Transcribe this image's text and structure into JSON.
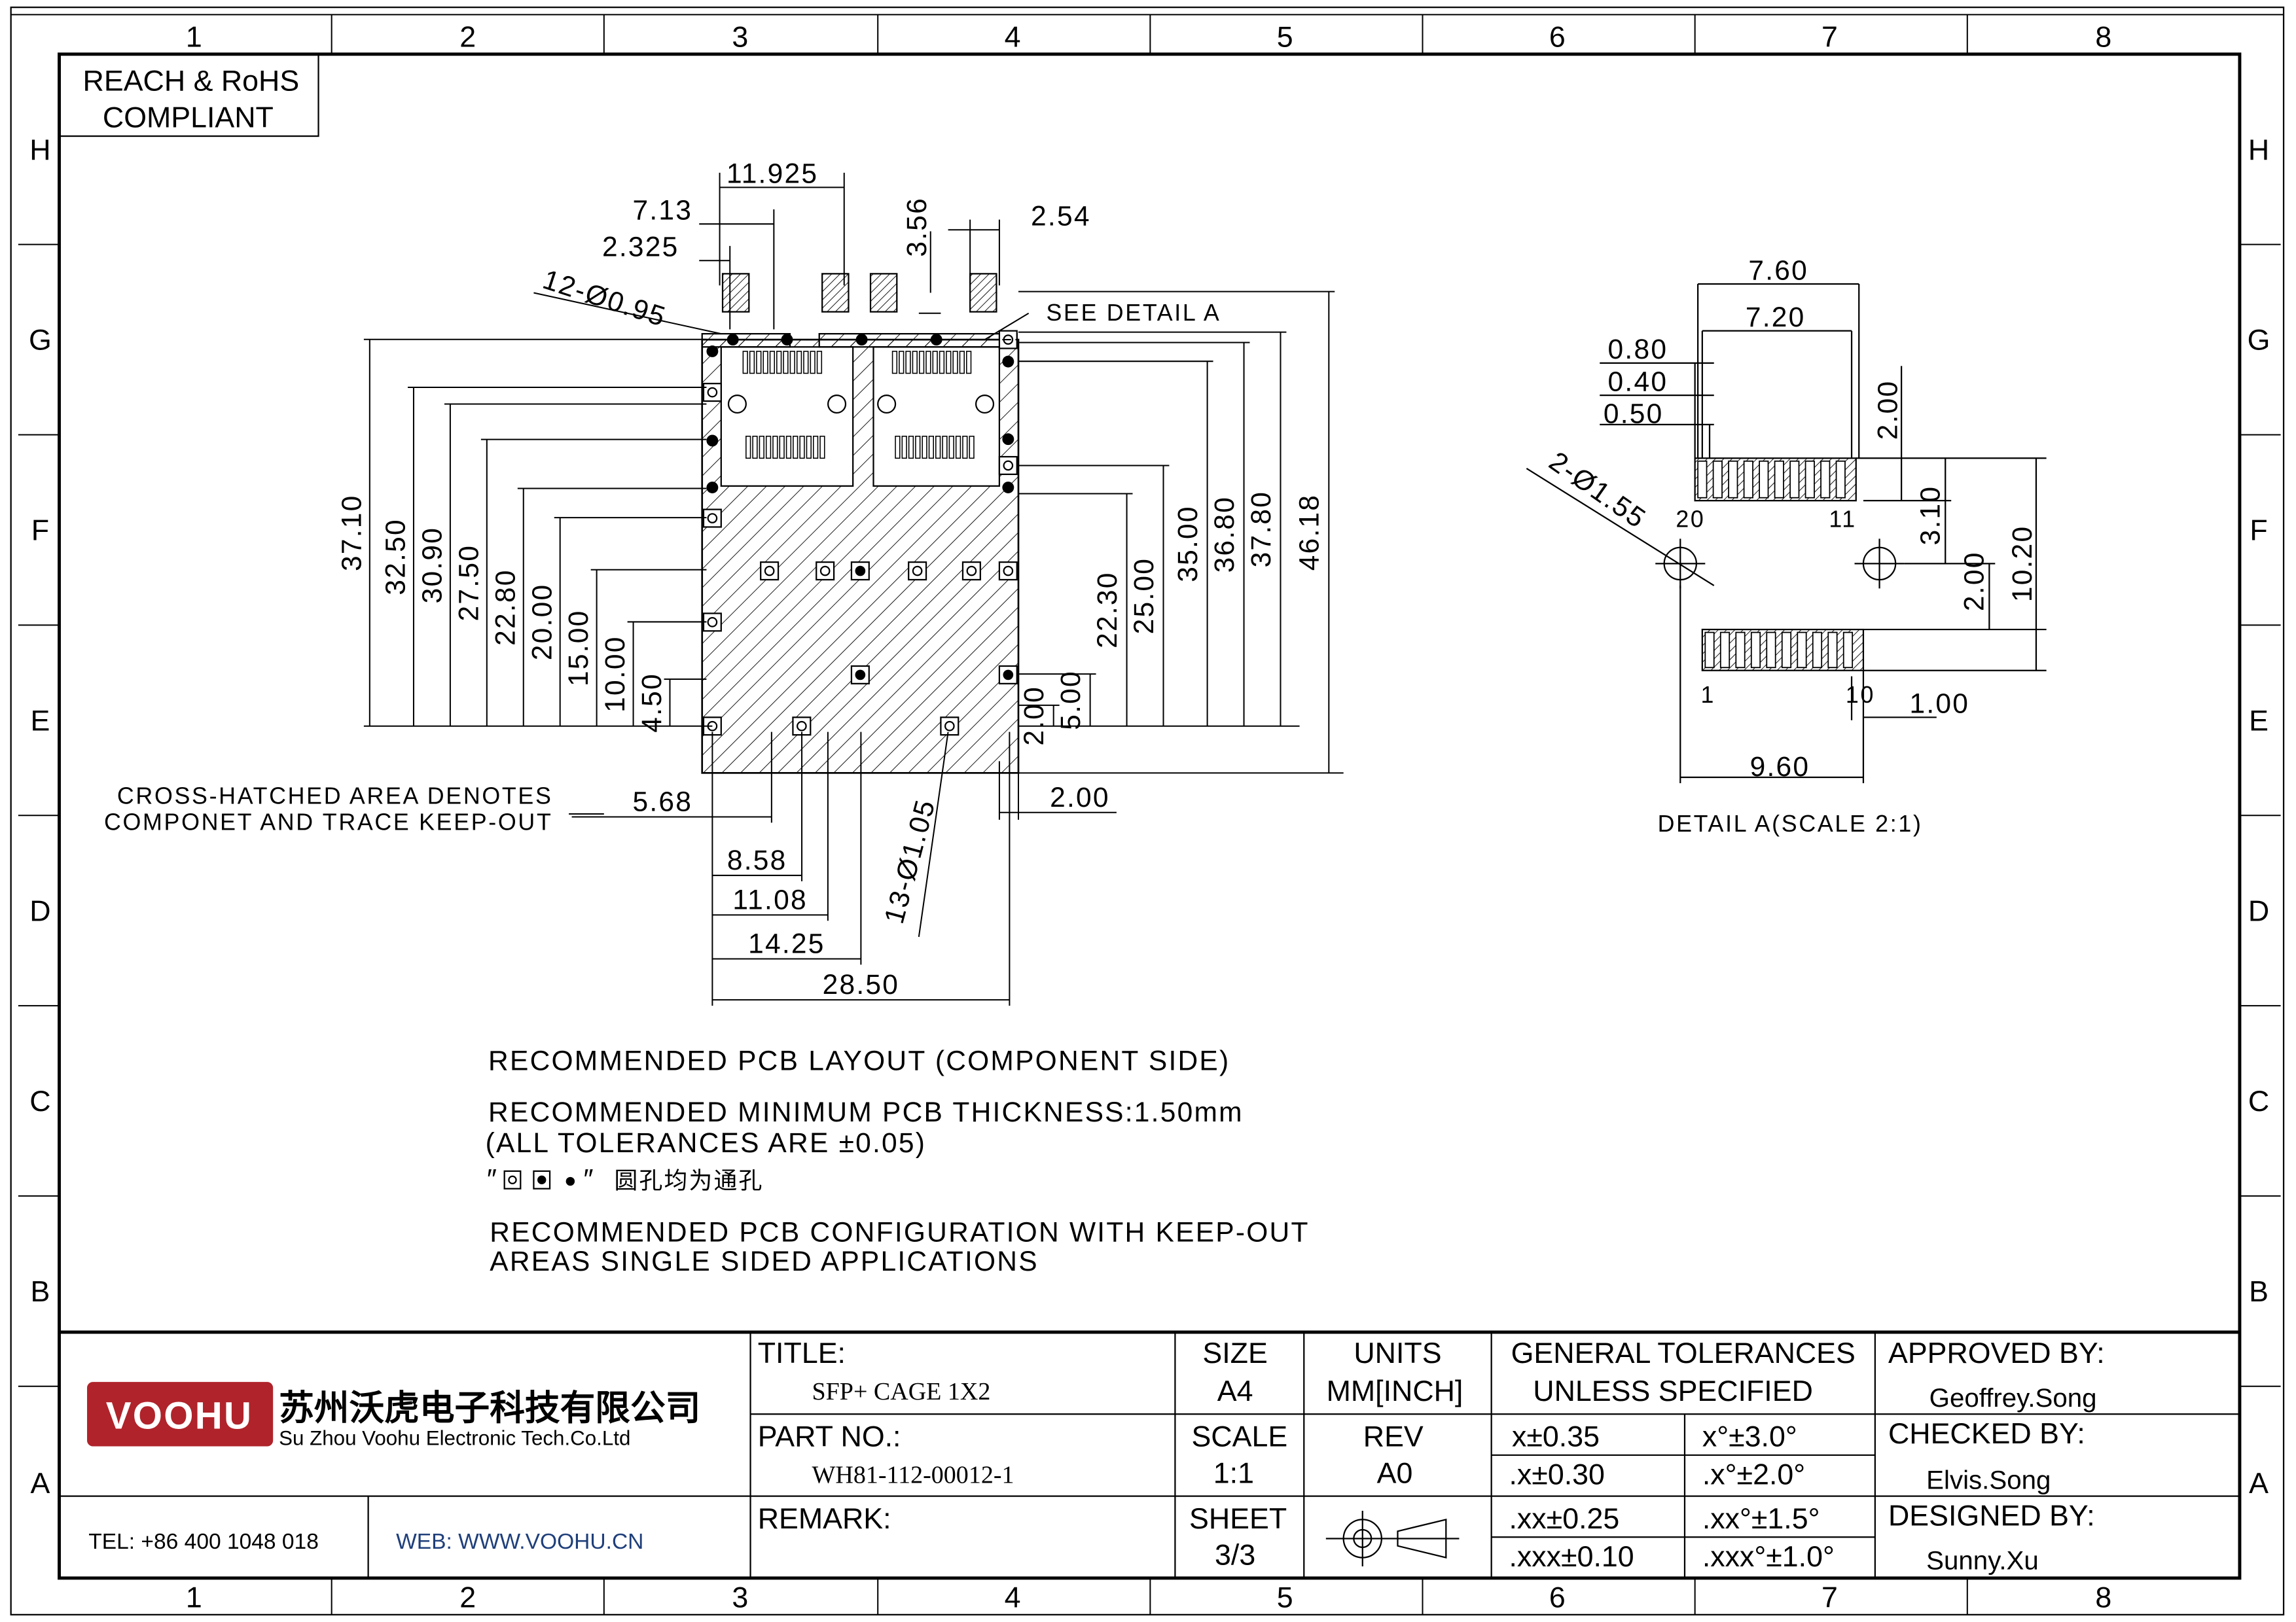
{
  "frame": {
    "columns": [
      "1",
      "2",
      "3",
      "4",
      "5",
      "6",
      "7",
      "8"
    ],
    "rows": [
      "H",
      "G",
      "F",
      "E",
      "D",
      "C",
      "B",
      "A"
    ]
  },
  "compliance": {
    "line1": "REACH & RoHS",
    "line2": "COMPLIANT"
  },
  "drawing": {
    "see_detail": "SEE  DETAIL  A",
    "hole_callout_top": "12-Ø0.95",
    "hole_callout_bottom": "13-Ø1.05",
    "keepout_note_1": "CROSS-HATCHED  AREA  DENOTES",
    "keepout_note_2": "COMPONET  AND  TRACE  KEEP-OUT",
    "top_dims": {
      "d11925": "11.925",
      "d713": "7.13",
      "d2325": "2.325",
      "d356": "3.56",
      "d254": "2.54"
    },
    "left_dims": [
      {
        "value": 37.1,
        "label": "37.10"
      },
      {
        "value": 32.5,
        "label": "32.50"
      },
      {
        "value": 30.9,
        "label": "30.90"
      },
      {
        "value": 27.5,
        "label": "27.50"
      },
      {
        "value": 22.8,
        "label": "22.80"
      },
      {
        "value": 20.0,
        "label": "20.00"
      },
      {
        "value": 15.0,
        "label": "15.00"
      },
      {
        "value": 10.0,
        "label": "10.00"
      },
      {
        "value": 4.5,
        "label": "4.50"
      }
    ],
    "right_dims": [
      {
        "value": 2.0,
        "label": "2.00"
      },
      {
        "value": 5.0,
        "label": "5.00"
      },
      {
        "value": 22.3,
        "label": "22.30"
      },
      {
        "value": 25.0,
        "label": "25.00"
      },
      {
        "value": 35.0,
        "label": "35.00"
      },
      {
        "value": 36.8,
        "label": "36.80"
      },
      {
        "value": 37.8,
        "label": "37.80"
      },
      {
        "value": 46.18,
        "label": "46.18"
      }
    ],
    "bottom_dims": [
      {
        "value": 5.68,
        "label": "5.68"
      },
      {
        "value": 8.58,
        "label": "8.58"
      },
      {
        "value": 11.08,
        "label": "11.08"
      },
      {
        "value": 14.25,
        "label": "14.25"
      },
      {
        "value": 28.5,
        "label": "28.50"
      }
    ],
    "small_right_dim": "2.00"
  },
  "detail_a": {
    "caption": "DETAIL  A(SCALE  2:1)",
    "d760": "7.60",
    "d720": "7.20",
    "d080": "0.80",
    "d040": "0.40",
    "d050": "0.50",
    "d200a": "2.00",
    "d310": "3.10",
    "d200b": "2.00",
    "d1020": "10.20",
    "d100": "1.00",
    "d960": "9.60",
    "holes": "2-Ø1.55",
    "pin_20": "20",
    "pin_11": "11",
    "pin_1": "1",
    "pin_10": "10"
  },
  "notes": {
    "line1": "RECOMMENDED  PCB  LAYOUT  (COMPONENT  SIDE)",
    "line2": "RECOMMENDED  MINIMUM  PCB  THICKNESS:1.50mm",
    "line3": "(ALL  TOLERANCES  ARE  ±0.05)",
    "line4_suffix": "圆孔均为通孔",
    "line5": "RECOMMENDED  PCB  CONFIGURATION  WITH  KEEP-OUT",
    "line6": "AREAS  SINGLE  SIDED  APPLICATIONS"
  },
  "title_block": {
    "logo_text": "VOOHU",
    "company_cn": "苏州沃虎电子科技有限公司",
    "company_en": "Su Zhou Voohu Electronic Tech.Co.Ltd",
    "tel": "TEL: +86 400 1048 018",
    "web": "WEB: WWW.VOOHU.CN",
    "title_label": "TITLE:",
    "title_value": "SFP+  CAGE  1X2",
    "part_label": "PART NO.:",
    "part_value": "WH81-112-00012-1",
    "remark_label": "REMARK:",
    "size_label": "SIZE",
    "size_value": "A4",
    "scale_label": "SCALE",
    "scale_value": "1:1",
    "sheet_label": "SHEET",
    "sheet_value": "3/3",
    "units_label": "UNITS",
    "units_value": "MM[INCH]",
    "rev_label": "REV",
    "rev_value": "A0",
    "tol_title_1": "GENERAL TOLERANCES",
    "tol_title_2": "UNLESS SPECIFIED",
    "tolerances": [
      {
        "linear": "x±0.35",
        "angular": "x°±3.0°"
      },
      {
        "linear": ".x±0.30",
        "angular": ".x°±2.0°"
      },
      {
        "linear": ".xx±0.25",
        "angular": ".xx°±1.5°"
      },
      {
        "linear": ".xxx±0.10",
        "angular": ".xxx°±1.0°"
      }
    ],
    "approved_label": "APPROVED BY:",
    "approved_by": "Geoffrey.Song",
    "checked_label": "CHECKED BY:",
    "checked_by": "Elvis.Song",
    "designed_label": "DESIGNED BY:",
    "designed_by": "Sunny.Xu",
    "brand_color": "#B0232A",
    "web_color": "#1F3F7A"
  }
}
